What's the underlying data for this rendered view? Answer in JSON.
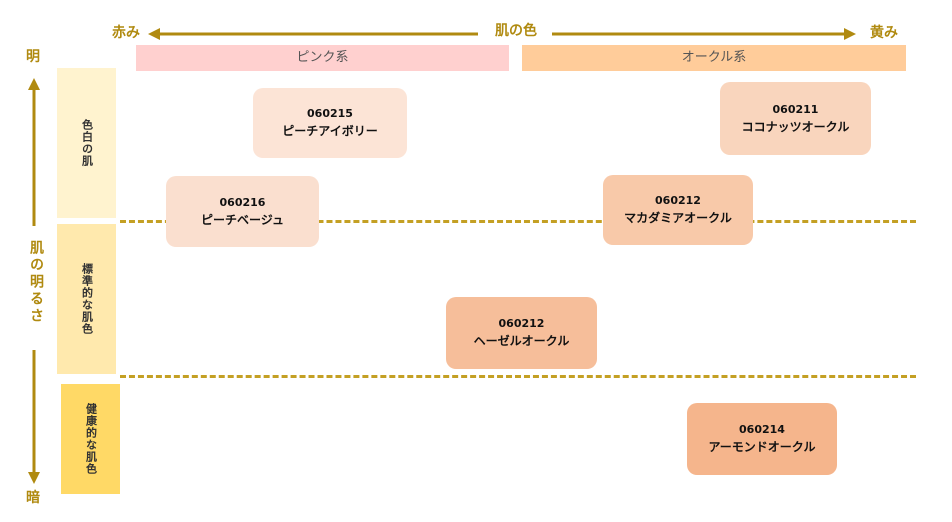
{
  "axis": {
    "horizontal_title": "肌の色",
    "left_end": "赤み",
    "right_end": "黄み",
    "vertical_title": "肌の明るさ",
    "top_end": "明",
    "bottom_end": "暗",
    "axis_color": "#b08a10"
  },
  "columns": [
    {
      "label": "ピンク系",
      "color": "#ffd0cf"
    },
    {
      "label": "オークル系",
      "color": "#ffcc9a"
    }
  ],
  "rows": [
    {
      "label": "色白の肌",
      "color": "#fff3cf"
    },
    {
      "label": "標準的な肌色",
      "color": "#ffe9ad"
    },
    {
      "label": "健康的な肌色",
      "color": "#ffd966"
    }
  ],
  "cards": [
    {
      "code": "060215",
      "name": "ピーチアイボリー",
      "color": "#fce4d6"
    },
    {
      "code": "060211",
      "name": "ココナッツオークル",
      "color": "#f9d5bd"
    },
    {
      "code": "060216",
      "name": "ピーチベージュ",
      "color": "#fadfcf"
    },
    {
      "code": "060212",
      "name": "マカダミアオークル",
      "color": "#f8c9a9"
    },
    {
      "code": "060212",
      "name": "ヘーゼルオークル",
      "color": "#f6be9a"
    },
    {
      "code": "060214",
      "name": "アーモンドオークル",
      "color": "#f5b58c"
    }
  ]
}
